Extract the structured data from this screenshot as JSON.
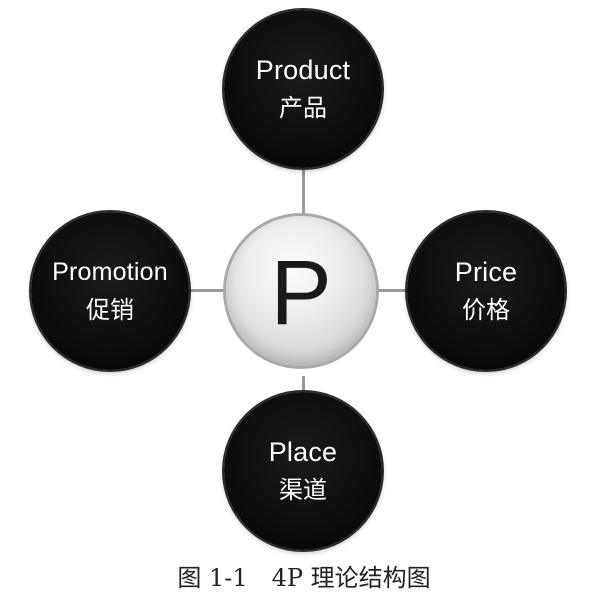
{
  "diagram": {
    "center": {
      "letter": "P"
    },
    "nodes": {
      "product": {
        "en": "Product",
        "zh": "产品"
      },
      "price": {
        "en": "Price",
        "zh": "价格"
      },
      "place": {
        "en": "Place",
        "zh": "渠道"
      },
      "promotion": {
        "en": "Promotion",
        "zh": "促销"
      }
    },
    "caption": {
      "figure_number": "图 1-1",
      "title": "4P 理论结构图"
    },
    "colors": {
      "node_fill": "#0a0a0a",
      "node_text": "#ffffff",
      "center_fill": "#e6e6e6",
      "connector": "#9a9a9a"
    }
  }
}
